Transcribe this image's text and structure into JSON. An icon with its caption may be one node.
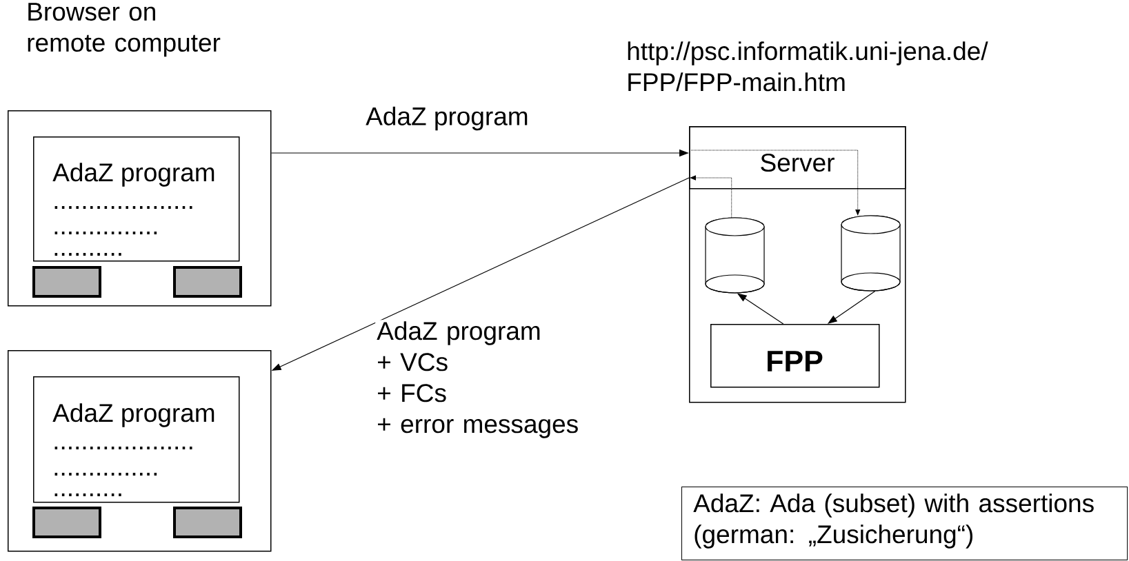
{
  "diagram": {
    "nodes": [
      {
        "text": [],
        "shape": "box"
      },
      {
        "text": [
          "AdaZ program",
          "....................",
          "...............",
          ".........."
        ],
        "in": 0
      },
      {
        "text": [],
        "shape": "box",
        "in": 0
      },
      {
        "text": [],
        "shape": "box",
        "in": 0
      },
      {
        "text": [],
        "shape": "box"
      },
      {
        "text": [
          "AdaZ program",
          "....................",
          "...............",
          ".........."
        ],
        "in": 4
      },
      {
        "text": [],
        "shape": "box",
        "in": 4
      },
      {
        "text": [],
        "shape": "box",
        "in": 4
      },
      {
        "text": [],
        "shape": "box",
        "beside": [
          "http://psc.informatik.uni-jena.de/ FPP/FPP-main.htm"
        ]
      },
      {
        "text": [
          "Server"
        ],
        "in": 8
      },
      {
        "text": [],
        "shape": "cylinder",
        "in": 8
      },
      {
        "text": [],
        "shape": "cylinder",
        "in": 8
      },
      {
        "text": [
          "FPP"
        ],
        "in": 8
      },
      {
        "text": [
          "AdaZ: Ada (subset) with assertions (german: „Zusicherung“)"
        ]
      }
    ],
    "edges": [
      {
        "from": 0,
        "to": 9,
        "arrow": "to",
        "label": "AdaZ program"
      },
      {
        "from": 9,
        "to": 4,
        "arrow": "to",
        "label": "AdaZ program + VCs + FCs + error messages"
      },
      {
        "from": 12,
        "to": 10,
        "arrow": "to"
      },
      {
        "from": 11,
        "to": 12,
        "arrow": "to"
      },
      {
        "from": 9,
        "to": 11,
        "arrow": "to",
        "style": "dashed"
      },
      {
        "from": 10,
        "to": 9,
        "arrow": "to",
        "style": "dashed"
      }
    ],
    "labels": [
      "Browser on remote computer"
    ]
  }
}
